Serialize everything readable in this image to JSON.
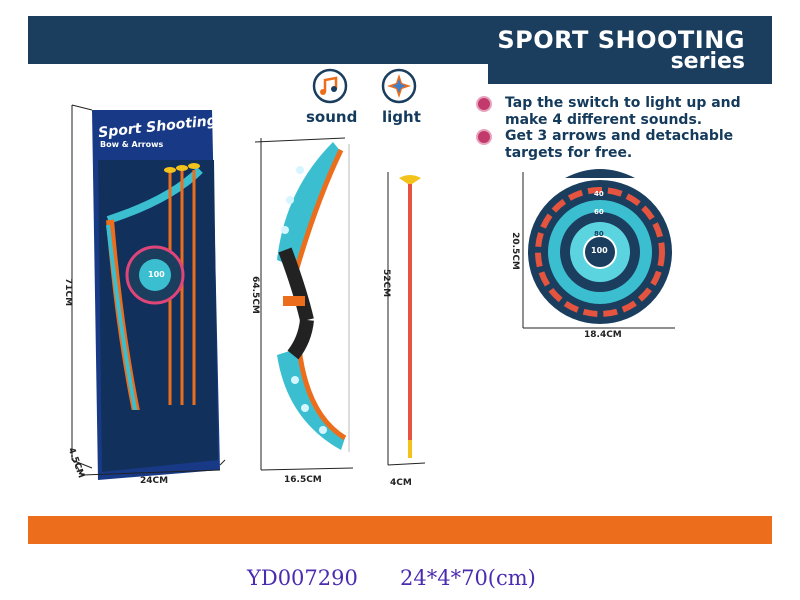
{
  "header": {
    "title": "SPORT SHOOTING",
    "subtitle": "series",
    "banner_color": "#1b3e5e"
  },
  "features": [
    {
      "icon": "music-note-icon",
      "label": "sound"
    },
    {
      "icon": "light-star-icon",
      "label": "light"
    }
  ],
  "bullets": [
    "Tap the switch to light up and make 4 different sounds.",
    "Get 3 arrows and detachable targets for free."
  ],
  "package": {
    "title": "Sport Shooting",
    "subtitle": "Bow & Arrows",
    "height": "71CM",
    "width": "24CM",
    "depth": "4.5CM"
  },
  "bow": {
    "height": "64.5CM",
    "width": "16.5CM"
  },
  "arrow": {
    "length": "52CM",
    "width": "4CM"
  },
  "target": {
    "height": "20.5CM",
    "width": "18.4CM",
    "center_score": "100",
    "ring_scores": [
      "80",
      "60",
      "40"
    ]
  },
  "product": {
    "code": "YD007290",
    "size": "24*4*70(cm)"
  },
  "colors": {
    "accent_orange": "#ec6e1c",
    "navy": "#1b3e5e",
    "teal": "#3bbfd0",
    "code_purple": "#4b2bb0"
  }
}
